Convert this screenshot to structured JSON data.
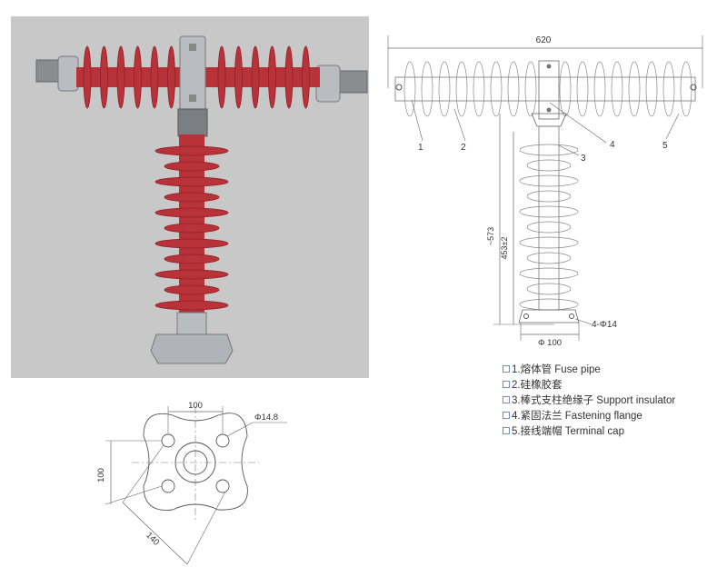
{
  "colors": {
    "photo_background": "#c8c8c8",
    "insulator_red": "#b8323a",
    "metal": "#b9bcc0",
    "line": "#666666",
    "legend_box": "#7790b8"
  },
  "side_view": {
    "width_label": "620",
    "height_total_label": "~573",
    "height_label": "453±2",
    "hole_label": "4-Φ14",
    "base_label": "Φ 100",
    "callouts": [
      "1",
      "2",
      "3",
      "4",
      "5"
    ]
  },
  "flange_view": {
    "top_label": "100",
    "left_label": "100",
    "diagonal_label": "140",
    "hole_label": "Φ14.8"
  },
  "legend": {
    "items": [
      "1.熔体管 Fuse pipe",
      "2.硅橡胶套",
      "3.棒式支柱绝缘子  Support insulator",
      "4.紧固法兰 Fastening flange",
      "5.接线端帽 Terminal cap"
    ]
  }
}
